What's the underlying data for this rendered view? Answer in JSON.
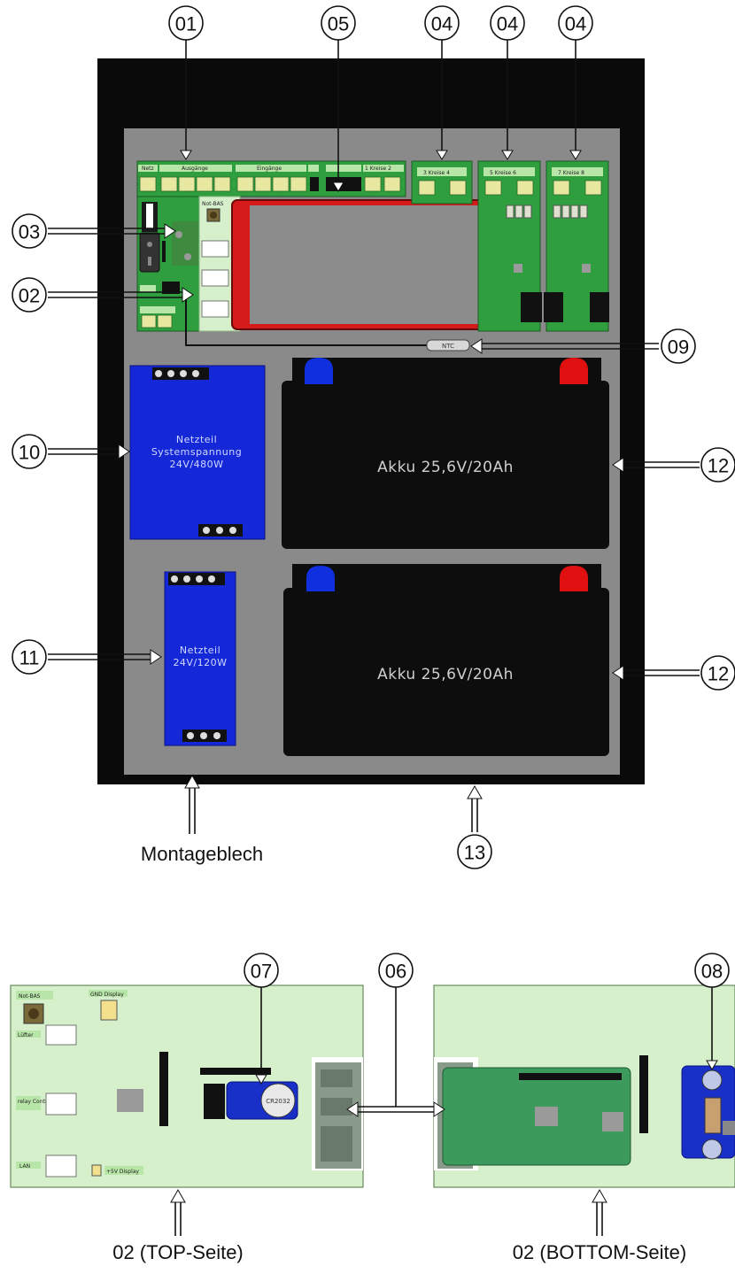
{
  "callouts": {
    "c01": "01",
    "c05": "05",
    "c04a": "04",
    "c04b": "04",
    "c04c": "04",
    "c03": "03",
    "c02": "02",
    "c09": "09",
    "c10": "10",
    "c12a": "12",
    "c11": "11",
    "c12b": "12",
    "c13": "13",
    "c07": "07",
    "c06": "06",
    "c08": "08"
  },
  "labels": {
    "ntc": "NTC",
    "not_bas": "Not-BAS",
    "psu_system": [
      "Netzteil",
      "Systemspannung",
      "24V/480W"
    ],
    "psu_small": [
      "Netzteil",
      "24V/120W"
    ],
    "battery_top": "Akku 25,6V/20Ah",
    "battery_bottom": "Akku 25,6V/20Ah",
    "montageblech": "Montageblech",
    "top_side": "02 (TOP-Seite)",
    "bottom_side": "02 (BOTTOM-Seite)",
    "coin_cell": "CR2032",
    "kreise_4": "3 Kreise 4",
    "kreise_6": "5 Kreise 6",
    "kreise_8": "7 Kreise 8",
    "kreise_2": "1 Kreise 2",
    "ausgaenge": "Ausgänge",
    "eingaenge": "Eingänge",
    "netz": "Netz",
    "luefter": "Lüfter",
    "relay_control": "relay Control",
    "lan": "LAN",
    "gnd_display": "GND Display",
    "v5_display": "+5V Display"
  },
  "colors": {
    "enclosure": "#0a0a0a",
    "plate": "#8a8a8a",
    "board_green": "#2e9e3e",
    "board_light": "#d6f0cc",
    "psu_blue": "#1428d8",
    "battery": "#0d0d0d",
    "terminal_blue": "#1030e0",
    "terminal_red": "#e01010",
    "display_red": "#d41a1a",
    "display_grey": "#8c8c8c"
  }
}
